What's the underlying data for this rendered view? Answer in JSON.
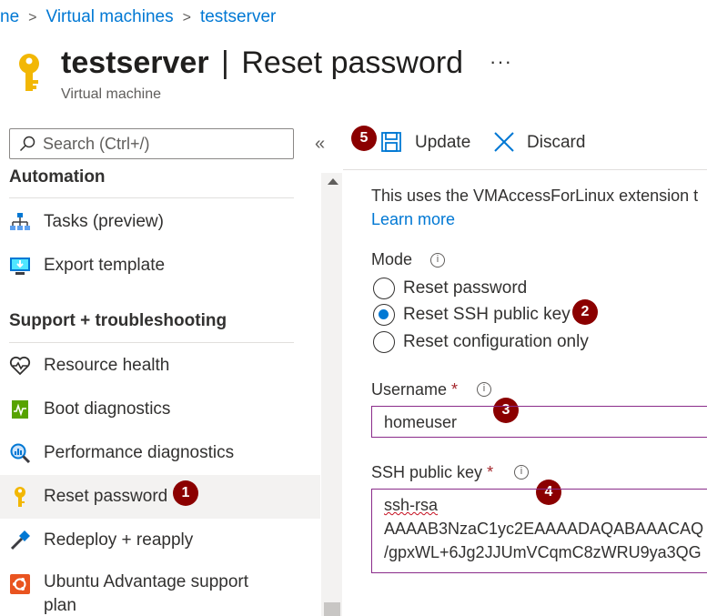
{
  "breadcrumb": {
    "items": [
      "ne",
      "Virtual machines",
      "testserver"
    ]
  },
  "header": {
    "resource_name": "testserver",
    "separator": "|",
    "page_name": "Reset password",
    "subtitle": "Virtual machine",
    "more_label": "···"
  },
  "sidebar": {
    "search_placeholder": "Search (Ctrl+/)",
    "collapse_label": "«",
    "sections": [
      {
        "title": "Automation",
        "items": [
          {
            "label": "Tasks (preview)",
            "icon": "tasks-icon"
          },
          {
            "label": "Export template",
            "icon": "export-template-icon"
          }
        ]
      },
      {
        "title": "Support + troubleshooting",
        "items": [
          {
            "label": "Resource health",
            "icon": "heart-pulse-icon"
          },
          {
            "label": "Boot diagnostics",
            "icon": "boot-diagnostics-icon"
          },
          {
            "label": "Performance diagnostics",
            "icon": "performance-diagnostics-icon"
          },
          {
            "label": "Reset password",
            "icon": "key-icon",
            "active": true,
            "badge": "1"
          },
          {
            "label": "Redeploy + reapply",
            "icon": "hammer-icon"
          },
          {
            "label_line1": "Ubuntu Advantage support",
            "label_line2": "plan",
            "icon": "ubuntu-icon"
          }
        ]
      }
    ]
  },
  "toolbar": {
    "badge": "5",
    "update_label": "Update",
    "discard_label": "Discard"
  },
  "content": {
    "info_text": "This uses the VMAccessForLinux extension t",
    "learn_more": "Learn more",
    "mode_label": "Mode",
    "mode_options": [
      {
        "label": "Reset password",
        "selected": false
      },
      {
        "label": "Reset SSH public key",
        "selected": true,
        "badge": "2"
      },
      {
        "label": "Reset configuration only",
        "selected": false
      }
    ],
    "username_label": "Username",
    "username_required": "*",
    "username_value": "homeuser",
    "username_badge": "3",
    "ssh_label": "SSH public key",
    "ssh_required": "*",
    "ssh_badge": "4",
    "ssh_lines": [
      "ssh-rsa",
      "AAAAB3NzaC1yc2EAAAADAQABAAACAQ",
      "/gpxWL+6Jg2JJUmVCqmC8zWRU9ya3QG"
    ],
    "info_glyph": "i"
  },
  "colors": {
    "accent": "#0078d4",
    "badge": "#8b0000",
    "required": "#a4262c",
    "input_border": "#8a2b8a"
  }
}
